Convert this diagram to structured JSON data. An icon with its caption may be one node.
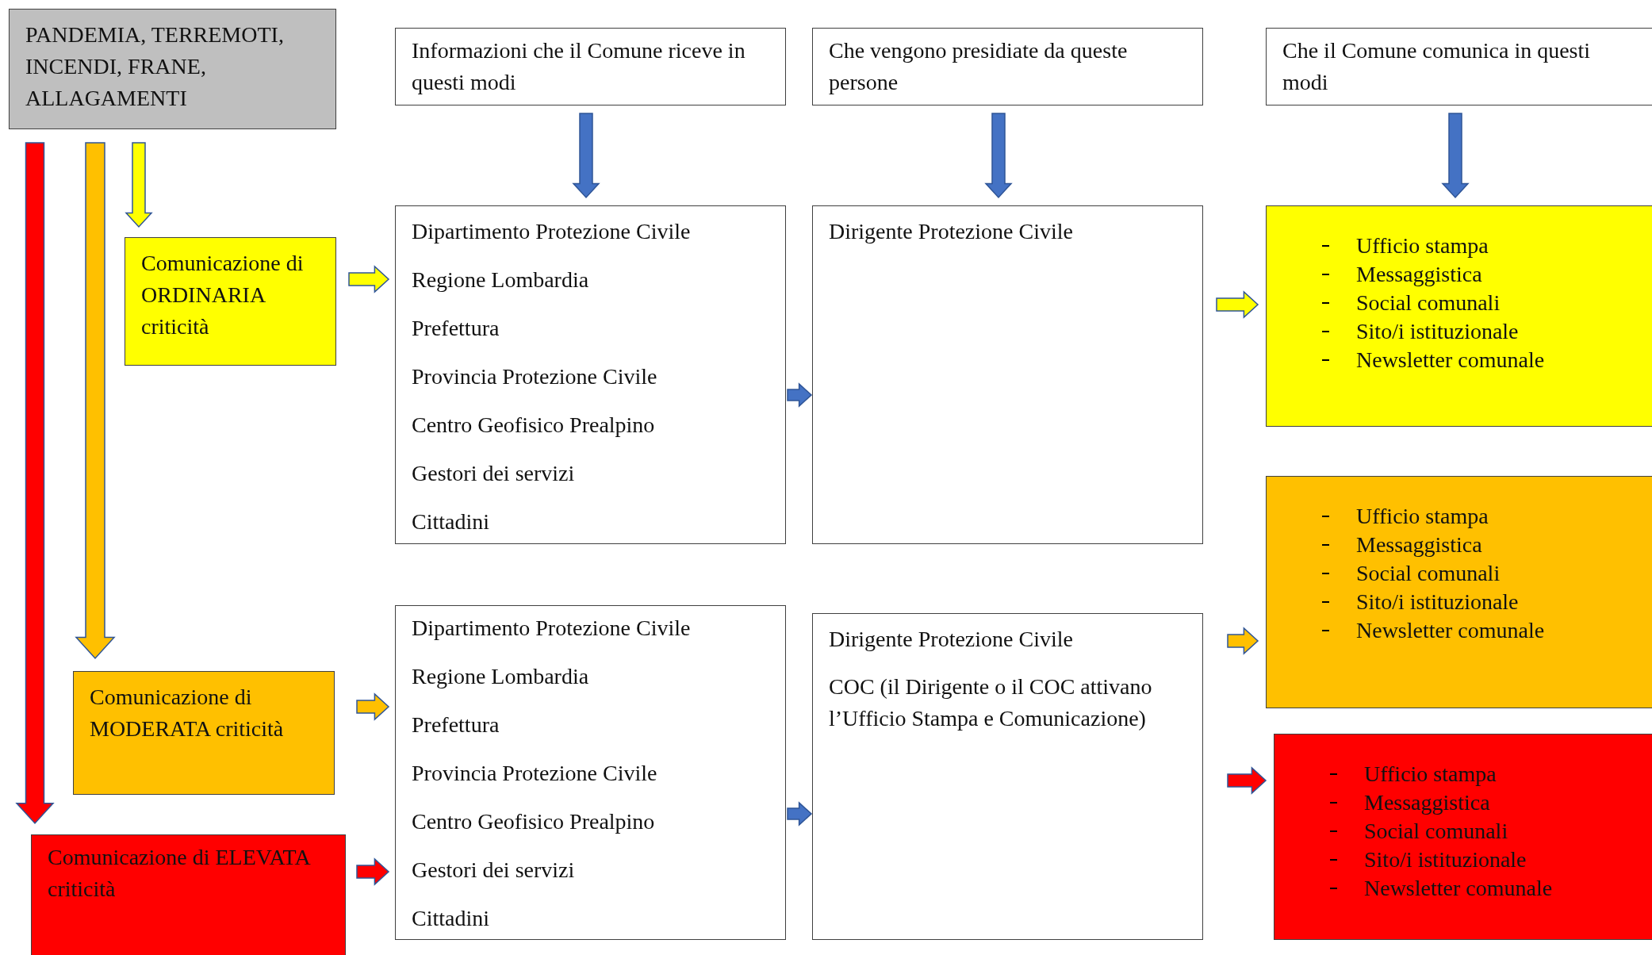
{
  "diagram": {
    "nodes": [
      {
        "text": [
          "PANDEMIA, TERREMOTI, INCENDI, FRANE, ALLAGAMENTI"
        ]
      },
      {
        "text": [
          "Informazioni che il Comune riceve in questi modi"
        ]
      },
      {
        "text": [
          "Che vengono presidiate da queste persone"
        ]
      },
      {
        "text": [
          "Che il Comune comunica in questi modi"
        ]
      },
      {
        "text": [
          "Comunicazione di ORDINARIA criticità"
        ]
      },
      {
        "text": [
          "Dipartimento Protezione Civile",
          "Regione Lombardia",
          "Prefettura",
          "Provincia Protezione Civile",
          "Centro Geofisico Prealpino",
          "Gestori dei servizi",
          "Cittadini"
        ]
      },
      {
        "text": [
          "Dirigente Protezione Civile"
        ]
      },
      {
        "text": [
          "Ufficio stampa",
          "Messaggistica",
          "Social comunali",
          "Sito/i istituzionale",
          "Newsletter comunale"
        ]
      },
      {
        "text": [
          "Ufficio stampa",
          "Messaggistica",
          "Social comunali",
          "Sito/i istituzionale",
          "Newsletter comunale"
        ]
      },
      {
        "text": [
          "Comunicazione di MODERATA criticità"
        ]
      },
      {
        "text": [
          "Dipartimento Protezione Civile",
          "Regione Lombardia",
          "Prefettura",
          "Provincia Protezione Civile",
          "Centro Geofisico Prealpino",
          "Gestori dei servizi",
          "Cittadini"
        ]
      },
      {
        "text": [
          "Dirigente Protezione Civile",
          "COC (il Dirigente o il COC attivano l’Ufficio Stampa e Comunicazione)"
        ]
      },
      {
        "text": [
          "Ufficio stampa",
          "Messaggistica",
          "Social comunali",
          "Sito/i istituzionale",
          "Newsletter comunale"
        ]
      },
      {
        "text": [
          "Comunicazione di ELEVATA criticità"
        ]
      }
    ],
    "edges": [
      {
        "from": 1,
        "to": 5,
        "arrow": "to"
      },
      {
        "from": 2,
        "to": 6,
        "arrow": "to"
      },
      {
        "from": 3,
        "to": 7,
        "arrow": "to"
      },
      {
        "from": 0,
        "to": 4,
        "arrow": "to",
        "color": "#ffff00"
      },
      {
        "from": 0,
        "to": 9,
        "arrow": "to",
        "color": "#ffc000"
      },
      {
        "from": 0,
        "to": 13,
        "arrow": "to",
        "color": "#ff0000"
      },
      {
        "from": 4,
        "to": 5,
        "arrow": "to",
        "color": "#ffff00"
      },
      {
        "from": 5,
        "to": 6,
        "arrow": "to"
      },
      {
        "from": 6,
        "to": 7,
        "arrow": "to",
        "color": "#ffff00"
      },
      {
        "from": 11,
        "to": 8,
        "arrow": "to",
        "color": "#ffc000"
      },
      {
        "from": 9,
        "to": 10,
        "arrow": "to",
        "color": "#ffc000"
      },
      {
        "from": 13,
        "to": 10,
        "arrow": "to",
        "color": "#ff0000"
      },
      {
        "from": 10,
        "to": 11,
        "arrow": "to"
      },
      {
        "from": 11,
        "to": 12,
        "arrow": "to",
        "color": "#ff0000"
      }
    ]
  }
}
